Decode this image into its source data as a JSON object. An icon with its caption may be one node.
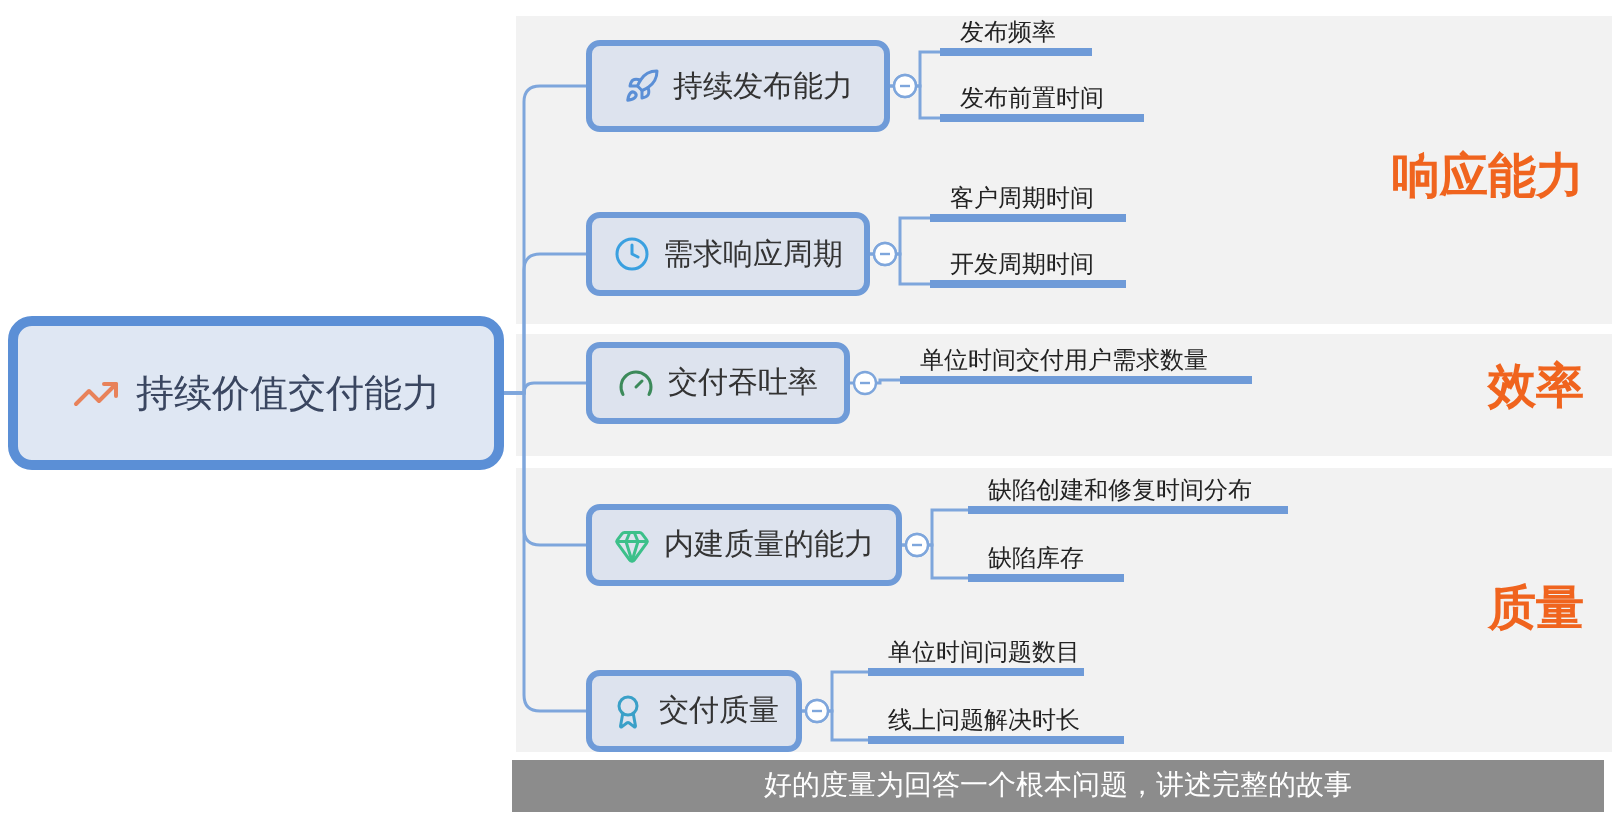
{
  "diagram": {
    "caption": "好的度量为回答一个根本问题，讲述完整的故事",
    "nodes": [
      {
        "text": [
          "持续价值交付能力"
        ]
      },
      {
        "text": [
          "响应能力"
        ]
      },
      {
        "text": [
          "持续发布能力"
        ],
        "in": 1
      },
      {
        "text": [
          "发布频率"
        ],
        "in": 1
      },
      {
        "text": [
          "发布前置时间"
        ],
        "in": 1
      },
      {
        "text": [
          "需求响应周期"
        ],
        "in": 1
      },
      {
        "text": [
          "客户周期时间"
        ],
        "in": 1
      },
      {
        "text": [
          "开发周期时间"
        ],
        "in": 1
      },
      {
        "text": [
          "效率"
        ]
      },
      {
        "text": [
          "交付吞吐率"
        ],
        "in": 8
      },
      {
        "text": [
          "单位时间交付用户需求数量"
        ],
        "in": 8
      },
      {
        "text": [
          "质量"
        ]
      },
      {
        "text": [
          "内建质量的能力"
        ],
        "in": 11
      },
      {
        "text": [
          "缺陷创建和修复时间分布"
        ],
        "in": 11
      },
      {
        "text": [
          "缺陷库存"
        ],
        "in": 11
      },
      {
        "text": [
          "交付质量"
        ],
        "in": 11
      },
      {
        "text": [
          "单位时间问题数目"
        ],
        "in": 11
      },
      {
        "text": [
          "线上问题解决时长"
        ],
        "in": 11
      }
    ],
    "edges": [
      {
        "from": 0,
        "to": 2,
        "arrow": "none"
      },
      {
        "from": 0,
        "to": 5,
        "arrow": "none"
      },
      {
        "from": 0,
        "to": 9,
        "arrow": "none"
      },
      {
        "from": 0,
        "to": 12,
        "arrow": "none"
      },
      {
        "from": 0,
        "to": 15,
        "arrow": "none"
      },
      {
        "from": 2,
        "to": 3,
        "arrow": "other"
      },
      {
        "from": 2,
        "to": 4,
        "arrow": "other"
      },
      {
        "from": 5,
        "to": 6,
        "arrow": "other"
      },
      {
        "from": 5,
        "to": 7,
        "arrow": "other"
      },
      {
        "from": 9,
        "to": 10,
        "arrow": "other"
      },
      {
        "from": 12,
        "to": 13,
        "arrow": "other"
      },
      {
        "from": 12,
        "to": 14,
        "arrow": "other"
      },
      {
        "from": 15,
        "to": 16,
        "arrow": "other"
      },
      {
        "from": 15,
        "to": 17,
        "arrow": "other"
      }
    ]
  }
}
